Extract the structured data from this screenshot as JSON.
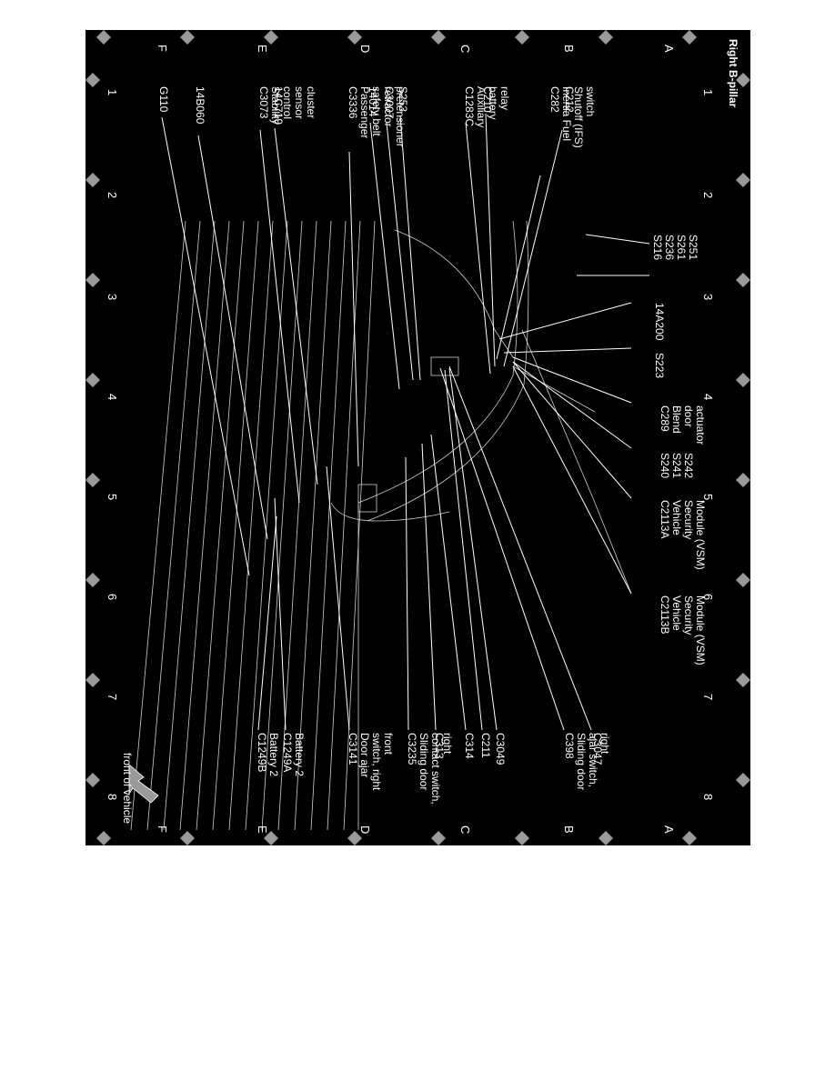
{
  "title": "Right B-pillar",
  "grid": {
    "columns": [
      "1",
      "2",
      "3",
      "4",
      "5",
      "6",
      "7",
      "8"
    ],
    "rows": [
      "A",
      "B",
      "C",
      "D",
      "E",
      "F"
    ]
  },
  "orientation_label": "front of vehicle",
  "labels": [
    {
      "id": "c212",
      "lines": [
        "C212"
      ]
    },
    {
      "id": "c282",
      "lines": [
        "C282",
        "Inertia Fuel",
        "Shutoff (IFS)",
        "switch"
      ]
    },
    {
      "id": "c210",
      "lines": [
        "C210"
      ]
    },
    {
      "id": "c1283c",
      "lines": [
        "C1283C",
        "Auxiliary",
        "battery",
        "relay"
      ]
    },
    {
      "id": "s253",
      "lines": [
        "S253"
      ]
    },
    {
      "id": "c3007",
      "lines": [
        "C3007"
      ]
    },
    {
      "id": "14014",
      "lines": [
        "14014"
      ]
    },
    {
      "id": "c3336",
      "lines": [
        "C3336",
        "Passenger",
        "safety belt",
        "retractor",
        "pretensioner"
      ]
    },
    {
      "id": "14c719",
      "lines": [
        "14C719"
      ]
    },
    {
      "id": "c3073",
      "lines": [
        "C3073",
        "Stability",
        "control",
        "sensor",
        "cluster"
      ]
    },
    {
      "id": "14b060",
      "lines": [
        "14B060"
      ]
    },
    {
      "id": "g110",
      "lines": [
        "G110"
      ]
    },
    {
      "id": "s216",
      "lines": [
        "S216",
        "S236",
        "S261",
        "S251"
      ]
    },
    {
      "id": "14a200",
      "lines": [
        "14A200"
      ]
    },
    {
      "id": "s223",
      "lines": [
        "S223"
      ]
    },
    {
      "id": "c289",
      "lines": [
        "C289",
        "Blend",
        "door",
        "actuator"
      ]
    },
    {
      "id": "s240",
      "lines": [
        "S240",
        "S241",
        "S242"
      ]
    },
    {
      "id": "c2113a",
      "lines": [
        "C2113A",
        "Vehicle",
        "Security",
        "Module (VSM)"
      ]
    },
    {
      "id": "c2113b",
      "lines": [
        "C2113B",
        "Vehicle",
        "Security",
        "Module (VSM)"
      ]
    },
    {
      "id": "c3047",
      "lines": [
        "C3047"
      ]
    },
    {
      "id": "c398",
      "lines": [
        "C398",
        "Sliding door",
        "ajar switch,",
        "right"
      ]
    },
    {
      "id": "c3049",
      "lines": [
        "C3049"
      ]
    },
    {
      "id": "c211",
      "lines": [
        "C211"
      ]
    },
    {
      "id": "c314",
      "lines": [
        "C314"
      ]
    },
    {
      "id": "c313",
      "lines": [
        "C313"
      ]
    },
    {
      "id": "c3235",
      "lines": [
        "C3235",
        "Sliding door",
        "contact switch,",
        "right"
      ]
    },
    {
      "id": "c3141",
      "lines": [
        "C3141",
        "Door ajar",
        "switch, right",
        "front"
      ]
    },
    {
      "id": "c1249a",
      "lines": [
        "C1249A",
        "Battery 2"
      ]
    },
    {
      "id": "c1249b",
      "lines": [
        "C1249B",
        "Battery 2"
      ]
    }
  ],
  "colors": {
    "panel": "#000000",
    "ink": "#ffffff",
    "page": "#ffffff"
  }
}
